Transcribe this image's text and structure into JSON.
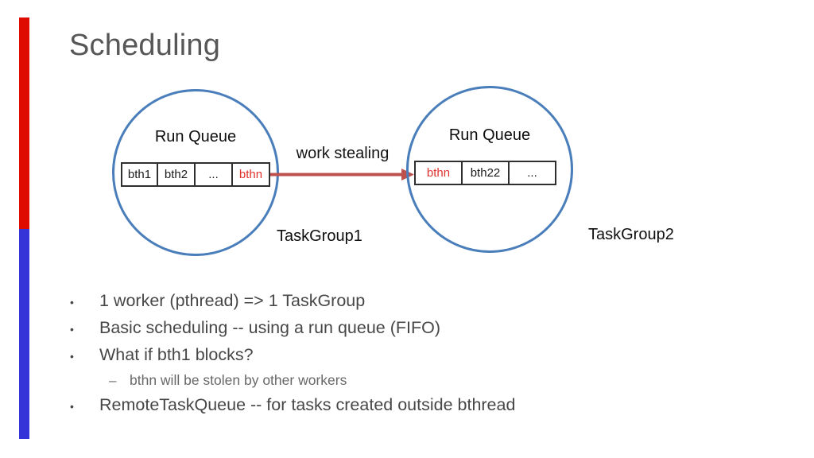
{
  "slide": {
    "title": "Scheduling"
  },
  "colors": {
    "bar_red": "#df0b00",
    "bar_blue": "#3534d8",
    "circle_stroke": "#4a7ebb",
    "arrow": "#bd514e",
    "title_text": "#575757",
    "cell_text": "#1a1a1a",
    "highlight_text": "#e0312e",
    "body_text": "#474747",
    "sub_text": "#686868"
  },
  "diagram": {
    "work_stealing_label": "work stealing",
    "taskgroup1": {
      "queue_title": "Run Queue",
      "label": "TaskGroup1",
      "cells": [
        {
          "label": "bth1",
          "color": "#1a1a1a"
        },
        {
          "label": "bth2",
          "color": "#1a1a1a"
        },
        {
          "label": "...",
          "color": "#1a1a1a"
        },
        {
          "label": "bthn",
          "color": "#e0312e"
        }
      ]
    },
    "taskgroup2": {
      "queue_title": "Run Queue",
      "label": "TaskGroup2",
      "cells": [
        {
          "label": "bthn",
          "color": "#e0312e"
        },
        {
          "label": "bth22",
          "color": "#1a1a1a"
        },
        {
          "label": "...",
          "color": "#1a1a1a"
        }
      ]
    }
  },
  "bullets": [
    {
      "marker": "•",
      "text": "1 worker (pthread) => 1 TaskGroup"
    },
    {
      "marker": "•",
      "text": "Basic scheduling -- using a run queue (FIFO)"
    },
    {
      "marker": "•",
      "text": "What if bth1 blocks?"
    },
    {
      "marker": "–",
      "text": "bthn will be stolen by other workers"
    },
    {
      "marker": "•",
      "text": "RemoteTaskQueue -- for tasks created outside bthread"
    }
  ]
}
